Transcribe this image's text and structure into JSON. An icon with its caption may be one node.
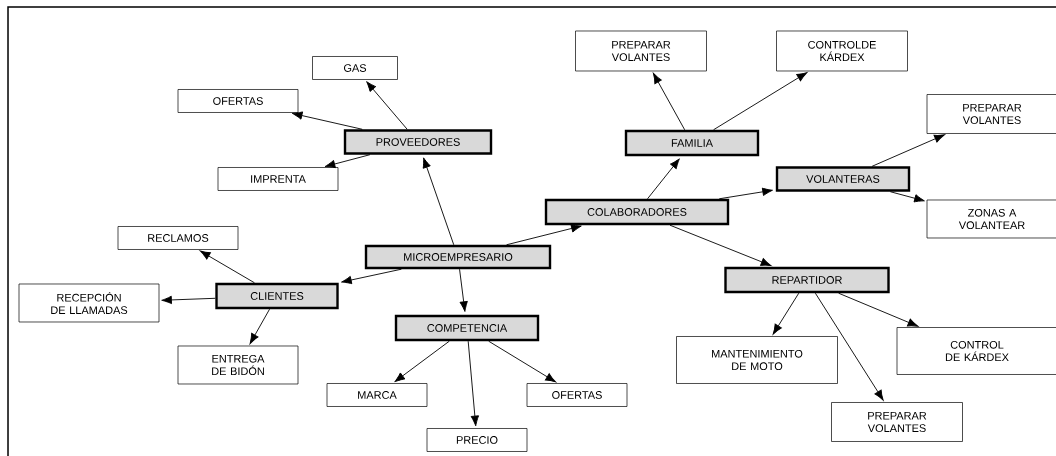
{
  "diagram": {
    "nodes": [
      {
        "text": [
          "MICROEMPRESARIO"
        ]
      },
      {
        "text": [
          "PROVEEDORES"
        ]
      },
      {
        "text": [
          "GAS"
        ]
      },
      {
        "text": [
          "OFERTAS"
        ]
      },
      {
        "text": [
          "IMPRENTA"
        ]
      },
      {
        "text": [
          "CLIENTES"
        ]
      },
      {
        "text": [
          "RECLAMOS"
        ]
      },
      {
        "text": [
          "RECEPCIÓN DE LLAMADAS"
        ]
      },
      {
        "text": [
          "ENTREGA DE BIDÓN"
        ]
      },
      {
        "text": [
          "COMPETENCIA"
        ]
      },
      {
        "text": [
          "MARCA"
        ]
      },
      {
        "text": [
          "PRECIO"
        ]
      },
      {
        "text": [
          "OFERTAS"
        ]
      },
      {
        "text": [
          "COLABORADORES"
        ]
      },
      {
        "text": [
          "FAMILIA"
        ]
      },
      {
        "text": [
          "PREPARAR VOLANTES"
        ]
      },
      {
        "text": [
          "CONTROLDE KÁRDEX"
        ]
      },
      {
        "text": [
          "VOLANTERAS"
        ]
      },
      {
        "text": [
          "PREPARAR VOLANTES"
        ]
      },
      {
        "text": [
          "ZONAS A VOLANTEAR"
        ]
      },
      {
        "text": [
          "REPARTIDOR"
        ]
      },
      {
        "text": [
          "MANTENIMIENTO DE MOTO"
        ]
      },
      {
        "text": [
          "CONTROL DE KÁRDEX"
        ]
      },
      {
        "text": [
          "PREPARAR VOLANTES"
        ]
      }
    ],
    "edges": [
      {
        "from": 0,
        "to": 1,
        "arrow": "to"
      },
      {
        "from": 1,
        "to": 2,
        "arrow": "to"
      },
      {
        "from": 1,
        "to": 3,
        "arrow": "to"
      },
      {
        "from": 1,
        "to": 4,
        "arrow": "to"
      },
      {
        "from": 0,
        "to": 5,
        "arrow": "to"
      },
      {
        "from": 5,
        "to": 6,
        "arrow": "to"
      },
      {
        "from": 5,
        "to": 7,
        "arrow": "to"
      },
      {
        "from": 5,
        "to": 8,
        "arrow": "to"
      },
      {
        "from": 0,
        "to": 9,
        "arrow": "to"
      },
      {
        "from": 9,
        "to": 10,
        "arrow": "to"
      },
      {
        "from": 9,
        "to": 11,
        "arrow": "to"
      },
      {
        "from": 9,
        "to": 12,
        "arrow": "to"
      },
      {
        "from": 0,
        "to": 13,
        "arrow": "to"
      },
      {
        "from": 13,
        "to": 14,
        "arrow": "to"
      },
      {
        "from": 14,
        "to": 15,
        "arrow": "to"
      },
      {
        "from": 14,
        "to": 16,
        "arrow": "to"
      },
      {
        "from": 13,
        "to": 17,
        "arrow": "to"
      },
      {
        "from": 17,
        "to": 18,
        "arrow": "to"
      },
      {
        "from": 17,
        "to": 19,
        "arrow": "to"
      },
      {
        "from": 13,
        "to": 20,
        "arrow": "to"
      },
      {
        "from": 20,
        "to": 21,
        "arrow": "to"
      },
      {
        "from": 20,
        "to": 22,
        "arrow": "to"
      },
      {
        "from": 20,
        "to": 23,
        "arrow": "to"
      }
    ]
  }
}
